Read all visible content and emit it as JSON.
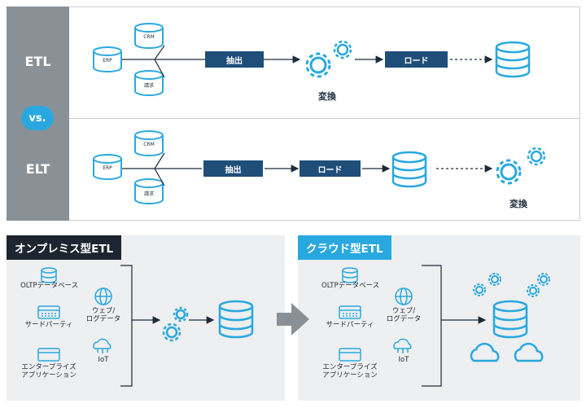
{
  "top": {
    "etl_label": "ETL",
    "vs_label": "vs.",
    "elt_label": "ELT",
    "etl_row": {
      "sources": [
        "ERP",
        "CRM",
        "請求"
      ],
      "extract": "抽出",
      "transform": "変換",
      "load": "ロード"
    },
    "elt_row": {
      "sources": [
        "ERP",
        "CRM",
        "請求"
      ],
      "extract": "抽出",
      "load": "ロード",
      "transform": "変換"
    }
  },
  "onprem": {
    "title": "オンプレミス型ETL",
    "sources": {
      "oltp": "OLTPデータベース",
      "third_party": "サードパーティ",
      "enterprise_line1": "エンタープライズ",
      "enterprise_line2": "アプリケーション",
      "web_line1": "ウェブ/",
      "web_line2": "ログデータ",
      "iot": "IoT"
    }
  },
  "cloud": {
    "title": "クラウド型ETL",
    "sources": {
      "oltp": "OLTPデータベース",
      "third_party": "サードパーティ",
      "enterprise_line1": "エンタープライズ",
      "enterprise_line2": "アプリケーション",
      "web_line1": "ウェブ/",
      "web_line2": "ログデータ",
      "iot": "IoT"
    }
  },
  "colors": {
    "accent_blue": "#29a8e0",
    "navy": "#1f4e79",
    "label_gray": "#8a9196",
    "panel_gray": "#eeeff0",
    "title_dark": "#1c2530"
  },
  "icons": [
    "cylinder-database-icon",
    "gear-icon",
    "database-stack-icon",
    "browser-window-icon",
    "globe-icon",
    "iot-cloud-icon",
    "cloud-icon",
    "arrow-icon"
  ]
}
